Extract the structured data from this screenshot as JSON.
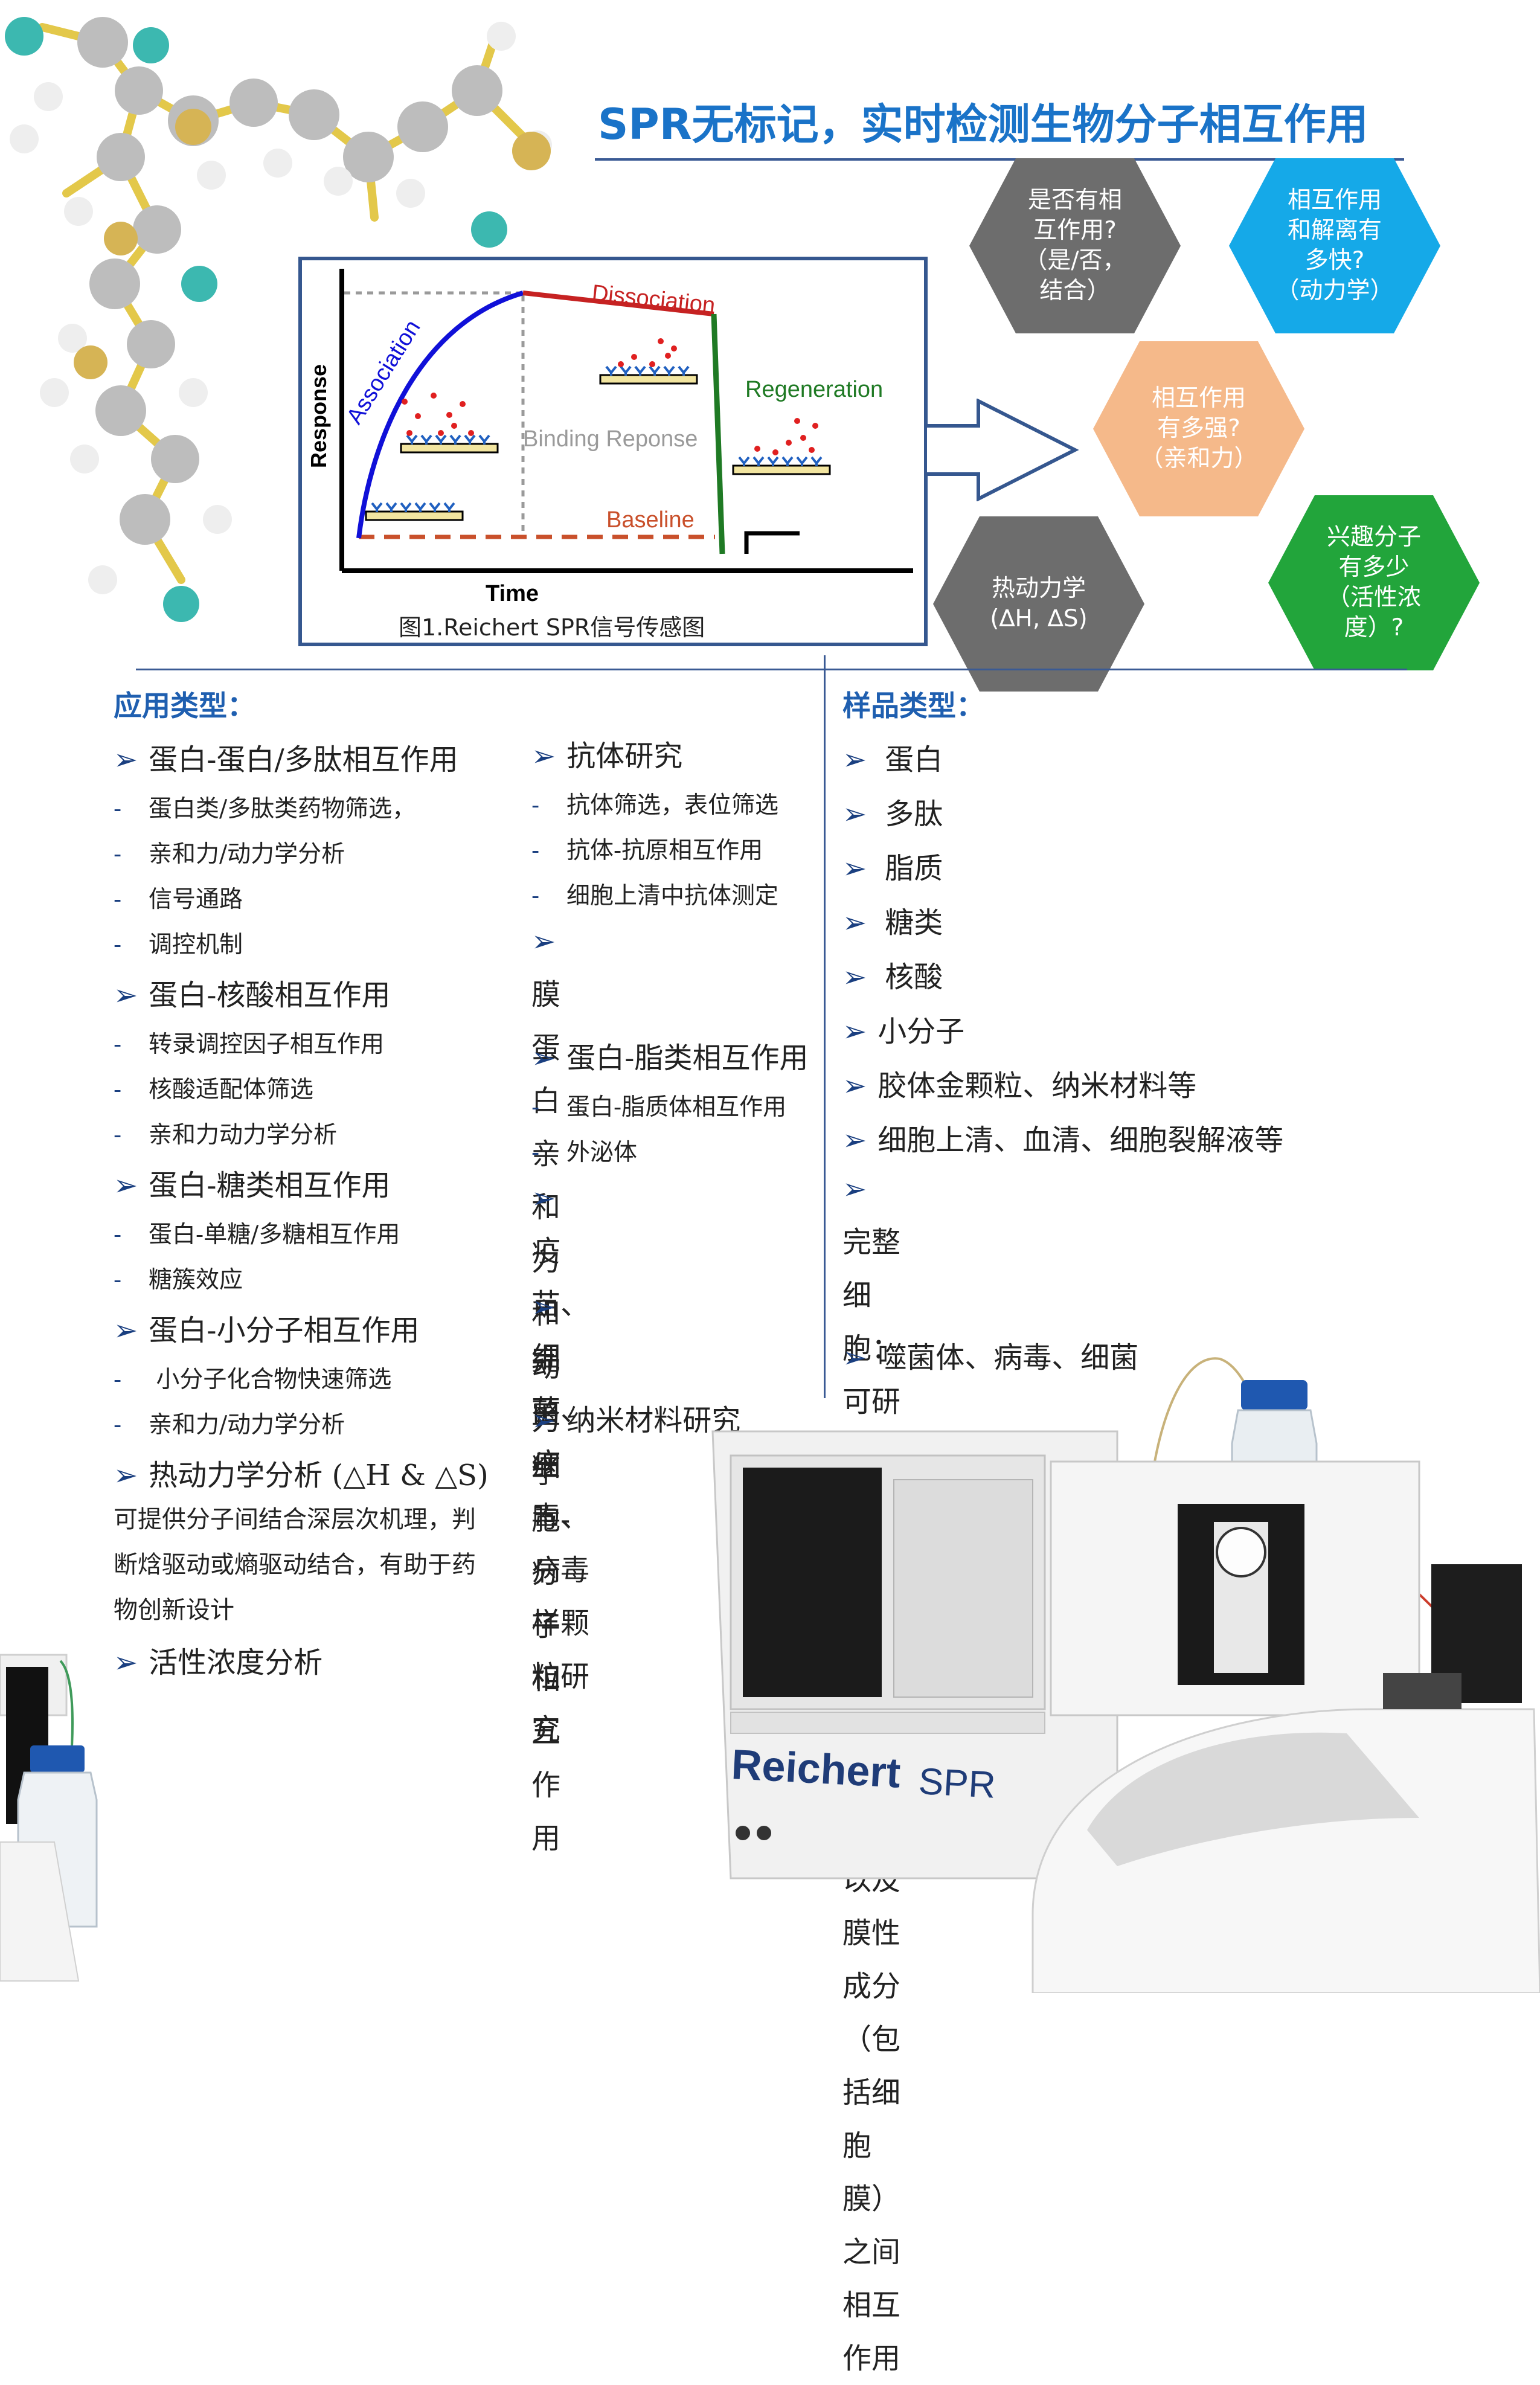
{
  "title": "SPR无标记，实时检测生物分子相互作用",
  "figure": {
    "caption": "图1.Reichert SPR信号传感图",
    "labels": {
      "association": "Association",
      "dissociation": "Dissociation",
      "regeneration": "Regeneration",
      "binding": "Binding Reponse",
      "baseline": "Baseline",
      "ylabel": "Response",
      "xlabel": "Time"
    }
  },
  "hexagons": [
    {
      "text": "是否有相\n互作用?\n（是/否，\n结合）",
      "color": "#6d6d6d"
    },
    {
      "text": "相互作用\n和解离有\n多快?\n（动力学）",
      "color": "#15a9e8"
    },
    {
      "text": "相互作用\n有多强?\n（亲和力）",
      "color": "#f5b98a"
    },
    {
      "text": "热动力学\n(∆H, ∆S)",
      "color": "#6d6d6d"
    },
    {
      "text": "兴趣分子\n有多少\n（活性浓\n度）?",
      "color": "#22a53b"
    }
  ],
  "app": {
    "heading": "应用类型：",
    "col1": [
      {
        "kind": "b",
        "text": "蛋白-蛋白/多肽相互作用"
      },
      {
        "kind": "d",
        "text": "蛋白类/多肽类药物筛选，"
      },
      {
        "kind": "d",
        "text": "亲和力/动力学分析"
      },
      {
        "kind": "d",
        "text": "信号通路"
      },
      {
        "kind": "d",
        "text": "调控机制"
      },
      {
        "kind": "b",
        "text": "蛋白-核酸相互作用"
      },
      {
        "kind": "d",
        "text": "转录调控因子相互作用"
      },
      {
        "kind": "d",
        "text": "核酸适配体筛选"
      },
      {
        "kind": "d",
        "text": "亲和力动力学分析"
      },
      {
        "kind": "b",
        "text": "蛋白-糖类相互作用"
      },
      {
        "kind": "d",
        "text": "蛋白-单糖/多糖相互作用"
      },
      {
        "kind": "d",
        "text": "糖簇效应"
      },
      {
        "kind": "b",
        "text": "蛋白-小分子相互作用"
      },
      {
        "kind": "d",
        "text": " 小分子化合物快速筛选"
      },
      {
        "kind": "d",
        "text": "亲和力/动力学分析"
      },
      {
        "kind": "b",
        "text": "热动力学分析 (△H & △S)"
      },
      {
        "kind": "p",
        "text": "可提供分子间结合深层次机理，判"
      },
      {
        "kind": "p",
        "text": "断焓驱动或熵驱动结合，有助于药"
      },
      {
        "kind": "p",
        "text": "物创新设计"
      },
      {
        "kind": "b",
        "text": "活性浓度分析"
      }
    ],
    "col2": [
      {
        "kind": "b",
        "text": "抗体研究"
      },
      {
        "kind": "d",
        "text": "抗体筛选，表位筛选"
      },
      {
        "kind": "d",
        "text": "抗体-抗原相互作用"
      },
      {
        "kind": "d",
        "text": "细胞上清中抗体测定"
      },
      {
        "kind": "b",
        "text": "膜蛋白亲和力和动\n力学"
      },
      {
        "kind": "b",
        "text": "蛋白-脂类相互作用"
      },
      {
        "kind": "d",
        "text": "蛋白-脂质体相互作用"
      },
      {
        "kind": "d",
        "text": "外泌体"
      },
      {
        "kind": "b",
        "text": "疫苗、细菌、病毒、\n病毒样颗粒研究"
      },
      {
        "kind": "b",
        "text": "完整细胞-分子相互\n作用"
      },
      {
        "kind": "b",
        "text": "纳米材料研究"
      }
    ]
  },
  "samples": {
    "heading": "样品类型：",
    "items": [
      "蛋白",
      "多肽",
      "脂质",
      "糖类",
      "核酸",
      "小分子",
      "胶体金颗粒、纳米材料等",
      "细胞上清、血清、细胞裂解液等",
      "完整细胞：可研究蛋白与完整原核及真核\n细胞、以及膜性成分（包括细胞膜）之间\n相互作用",
      "噬菌体、病毒、细菌"
    ]
  },
  "instrument": {
    "brand": "Reichert",
    "model": "SPR"
  }
}
